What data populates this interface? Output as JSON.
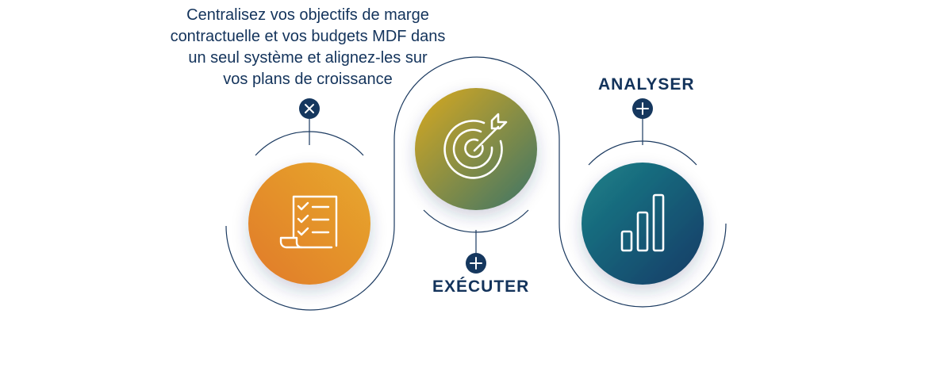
{
  "description": {
    "lines": [
      "Centralisez vos objectifs de marge",
      "contractuelle et vos budgets MDF dans",
      "un seul système et alignez-les sur",
      "vos plans de croissance"
    ]
  },
  "steps": [
    {
      "label": "",
      "state": "expanded",
      "toggle_icon": "close-icon",
      "icon": "checklist-document-icon",
      "gradient": [
        "#e17a28",
        "#e7a92e"
      ]
    },
    {
      "label": "EXÉCUTER",
      "state": "collapsed",
      "toggle_icon": "plus-icon",
      "icon": "target-arrow-icon",
      "gradient": [
        "#d9a91f",
        "#3b7468"
      ]
    },
    {
      "label": "ANALYSER",
      "state": "collapsed",
      "toggle_icon": "plus-icon",
      "icon": "bar-chart-icon",
      "gradient": [
        "#1c8289",
        "#123a66"
      ]
    }
  ],
  "colors": {
    "navy": "#13335b",
    "toggle_fill": "#15375e",
    "line": "#1b3a60"
  }
}
